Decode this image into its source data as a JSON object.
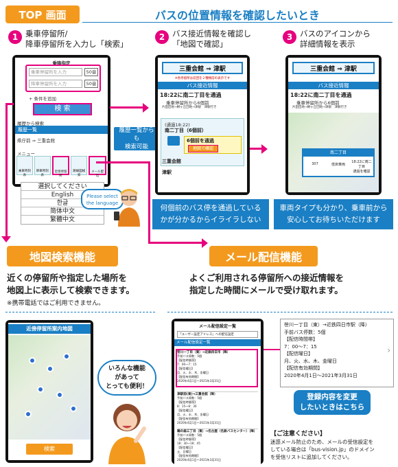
{
  "header": {
    "top_tag": "TOP 画面",
    "section1_title": "バスの位置情報を確認したいとき"
  },
  "steps": [
    {
      "num": "1",
      "text": "乗車停留所/\n降車停留所を入力し「検索」"
    },
    {
      "num": "2",
      "text": "バス接近情報を確認し\n「地図で確認」"
    },
    {
      "num": "3",
      "text": "バスのアイコンから\n詳細情報を表示"
    }
  ],
  "phone1": {
    "title": "乗降指定",
    "placeholder_board": "乗車停留所を入力",
    "placeholder_alight": "降車停留所を入力",
    "input_btn": "50音",
    "add_condition": "+ 条件を追加",
    "search_btn": "検 索",
    "history_label": "履歴から検索",
    "history_list": "履歴一覧",
    "history_item": "県庁前 ⇒ 三重会館",
    "menu_label": "メニュー",
    "menu_items": [
      "乗車時刻表",
      "降車時刻表",
      "近傍停留所",
      "路線図検索",
      "メール配信"
    ],
    "lang_title": "選択してください",
    "languages": [
      "English",
      "한글",
      "简体中文",
      "繁體中文"
    ]
  },
  "callouts": {
    "history": "履歴一覧からも\n検索可能",
    "language": "Please select\nthe language"
  },
  "phone2": {
    "route": "三重会館 ⇒ 津駅",
    "notice": "※各停留所は前回を２種類前の表示です",
    "section": "バス接近情報",
    "item1_time": "18:22に南二丁目を通過",
    "item1_sub": "乗車停留所から6個前",
    "item1_route": "片田団地→榊ヶ丘団地→津駅　津駅行き",
    "card_label": "(通過18:22)",
    "card_stop": "南二丁目（6個前）",
    "card_pass": "6個前を通過",
    "map_btn": "地図で確認",
    "arrival": "三重会館",
    "dest": "津駅"
  },
  "phone3": {
    "route": "三重会館 ⇒ 津駅",
    "section": "バス接近情報",
    "item1_time": "18:22に南二丁目を通過",
    "item1_sub": "乗車停留所から6個前",
    "item1_route": "片田団地→榊ヶ丘団地→津駅　津駅行き",
    "popup_title": "南二丁目",
    "popup_cells": [
      "307",
      "低床車両",
      "18:22に南二丁目\n通過を確認"
    ]
  },
  "blue_boxes": {
    "b1": "何個前のバス停を通過している\nかが分かるからイライラしない",
    "b2": "車両タイプも分かり、乗車前から\n安心してお待ちいただけます"
  },
  "features": {
    "map_tag": "地図検索機能",
    "mail_tag": "メール配信機能",
    "map_desc": "近くの停留所や指定した場所を\n地図上に表示して検索できます。",
    "map_note": "※携帯電話ではご利用できません。",
    "mail_desc": "よくご利用される停留所への接近情報を\n指定した時間にメールで受け取れます。"
  },
  "map_phone": {
    "title": "近傍停留所案内地図",
    "search_btn": "検索",
    "bubble": "いろんな機能\nがあって\nとっても便利！"
  },
  "mail_phone": {
    "title": "メール配信設定一覧",
    "address_row": "「ユーザー設定アドレス」への配信設定",
    "list_header": "メール配信設定一覧",
    "entries": [
      {
        "route": "笹川一丁目（東）→近鉄四日市（降）",
        "lines": "手前バス停数：5個\n【配信時間帯】\n7：00〜7：15\n【配信曜日】\n月、火、水、木、金曜日\n【配信有効期間】\n2020年4月1日〜2021年3月31日"
      },
      {
        "route": "津駅前(東)→三重会館（降）",
        "lines": "手前バス停数：5個\n【配信時間帯】\n8：15〜8：30\n【配信曜日】\n月、火、水、木、金曜日\n【配信有効期間】\n2020年4月1日〜2021年3月31日"
      },
      {
        "route": "鵜の森三丁目（東）→名古屋（名鉄バスセンター）（降）",
        "lines": "手前バス停数：5個\n【配信時間帯】\n18：30〜18：45\n【配信曜日】\n土、日曜日\n【配信有効期間】\n2020年4月1日〜2021年3月31日"
      }
    ]
  },
  "mail_detail": {
    "route": "笹川一丁目（東）→近鉄四日市駅（降）",
    "count": "手前バス停数：5個",
    "time_h": "【配信時間帯】",
    "time": "7：00〜7：15",
    "day_h": "【配信曜日】",
    "days": "月、火、水、木、金曜日",
    "period_h": "【配信有効期間】",
    "period": "2020年4月1日〜2021年3月31日"
  },
  "change_box": "登録内容を変更\nしたいときはこちら",
  "caution": {
    "title": "【ご注意ください】",
    "text": "迷惑メール防止のため、メールの受信設定を\nしている場合は「bus-vision.jp」のドメイン\nを受信リストに追加してください。"
  },
  "colors": {
    "orange": "#f39a1e",
    "blue": "#1a7fc4",
    "pink": "#e6007e"
  }
}
